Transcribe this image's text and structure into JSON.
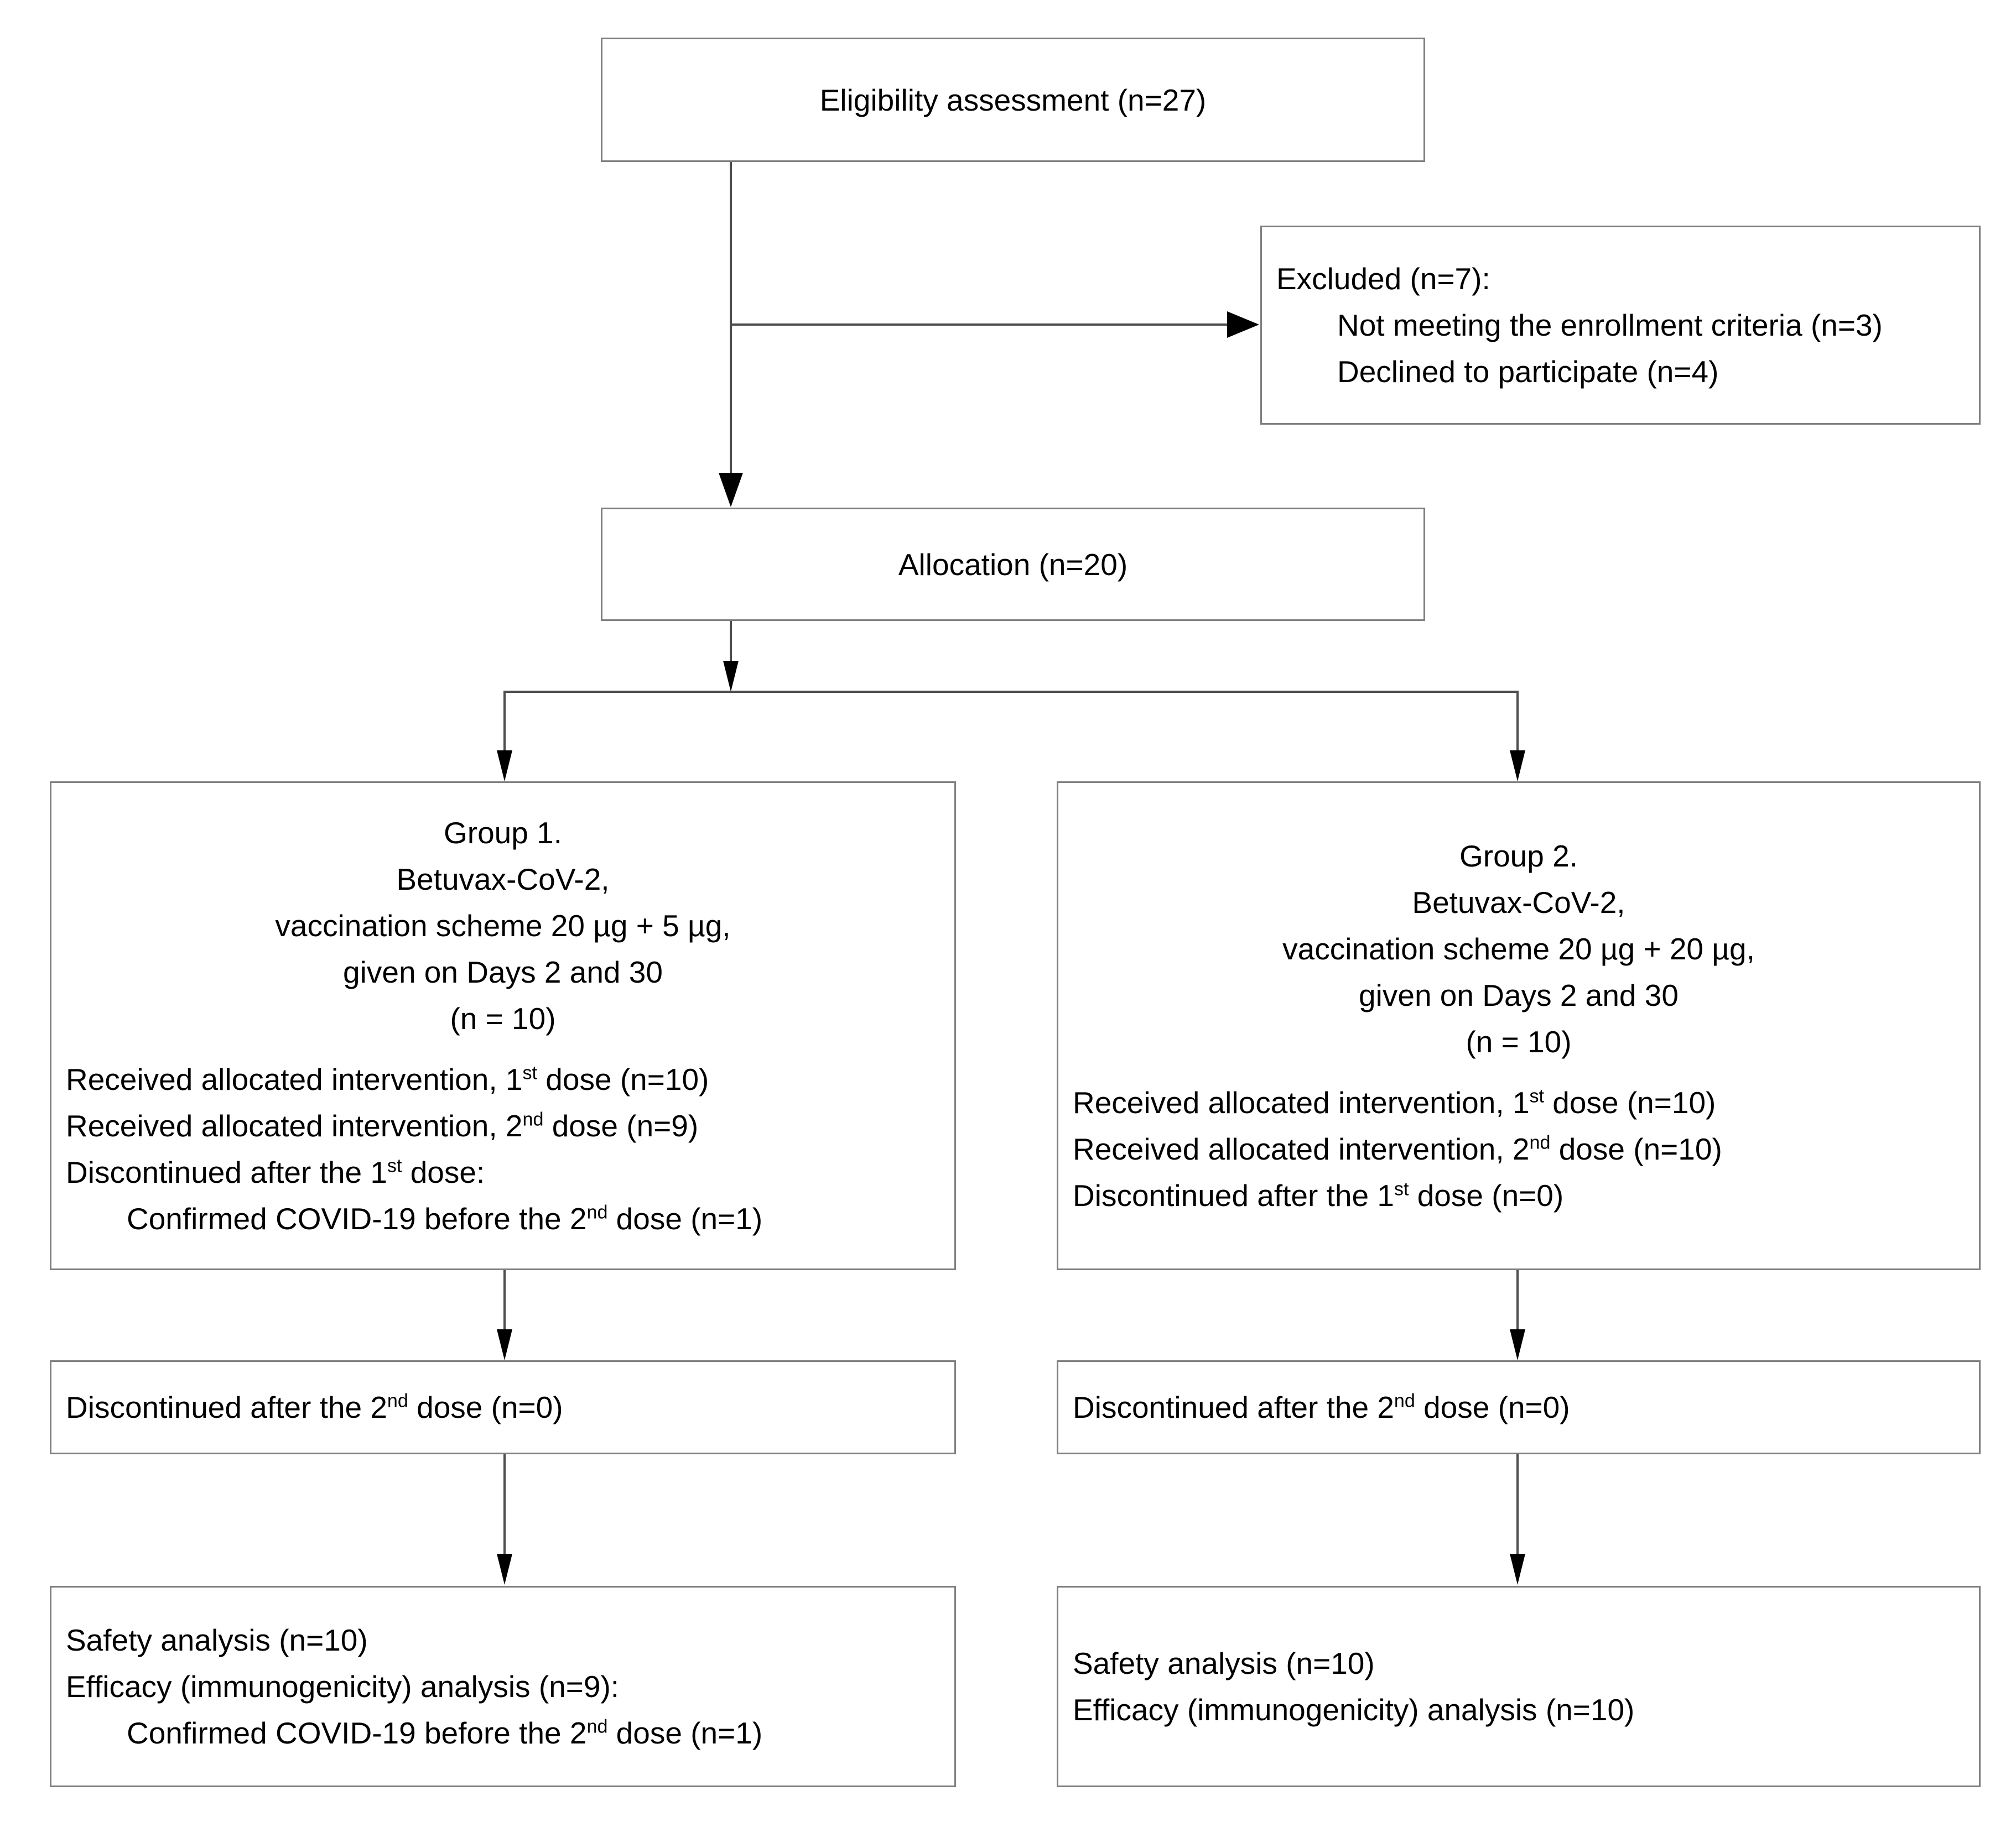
{
  "diagram": {
    "title": "CONSORT participant flow diagram",
    "boxes": {
      "eligibility": {
        "label": "Eligibility assessment (n=27)"
      },
      "excluded": {
        "heading": "Excluded (n=7):",
        "items": [
          "Not meeting the enrollment criteria (n=3)",
          "Declined to participate (n=4)"
        ]
      },
      "allocation": {
        "label": "Allocation (n=20)"
      },
      "group1": {
        "header_lines": [
          "Group 1.",
          "Betuvax-CoV-2,",
          "vaccination scheme 20 µg + 5 µg,",
          "given on Days 2 and 30",
          "(n = 10)"
        ],
        "detail_lines": [
          {
            "pre": "Received allocated intervention, 1",
            "sup": "st",
            "post": " dose (n=10)",
            "indent": false
          },
          {
            "pre": "Received allocated intervention, 2",
            "sup": "nd",
            "post": " dose (n=9)",
            "indent": false
          },
          {
            "pre": "Discontinued after the 1",
            "sup": "st",
            "post": " dose:",
            "indent": false
          },
          {
            "pre": "Confirmed COVID-19 before the 2",
            "sup": "nd",
            "post": " dose (n=1)",
            "indent": true
          }
        ]
      },
      "group2": {
        "header_lines": [
          "Group 2.",
          "Betuvax-CoV-2,",
          "vaccination scheme 20 µg + 20 µg,",
          "given on Days 2 and 30",
          "(n = 10)"
        ],
        "detail_lines": [
          {
            "pre": "Received allocated intervention, 1",
            "sup": "st",
            "post": " dose (n=10)",
            "indent": false
          },
          {
            "pre": "Received allocated intervention, 2",
            "sup": "nd",
            "post": " dose (n=10)",
            "indent": false
          },
          {
            "pre": "Discontinued after the 1",
            "sup": "st",
            "post": " dose (n=0)",
            "indent": false
          }
        ]
      },
      "discontinued1": {
        "lines": [
          {
            "pre": "Discontinued after the 2",
            "sup": "nd",
            "post": " dose (n=0)",
            "indent": false
          }
        ]
      },
      "discontinued2": {
        "lines": [
          {
            "pre": "Discontinued after the 2",
            "sup": "nd",
            "post": " dose (n=0)",
            "indent": false
          }
        ]
      },
      "analysis1": {
        "lines": [
          {
            "pre": "Safety analysis (n=10)",
            "sup": "",
            "post": "",
            "indent": false
          },
          {
            "pre": "Efficacy (immunogenicity) analysis (n=9):",
            "sup": "",
            "post": "",
            "indent": false
          },
          {
            "pre": "Confirmed COVID-19 before the 2",
            "sup": "nd",
            "post": " dose (n=1)",
            "indent": true
          }
        ]
      },
      "analysis2": {
        "lines": [
          {
            "pre": "Safety analysis (n=10)",
            "sup": "",
            "post": "",
            "indent": false
          },
          {
            "pre": "Efficacy (immunogenicity) analysis (n=10)",
            "sup": "",
            "post": "",
            "indent": false
          }
        ]
      }
    },
    "colors": {
      "box_border": "#7f7f7f",
      "connector": "#4d4d4d",
      "arrow_head": "#000000",
      "text": "#000000",
      "background": "#ffffff"
    }
  }
}
